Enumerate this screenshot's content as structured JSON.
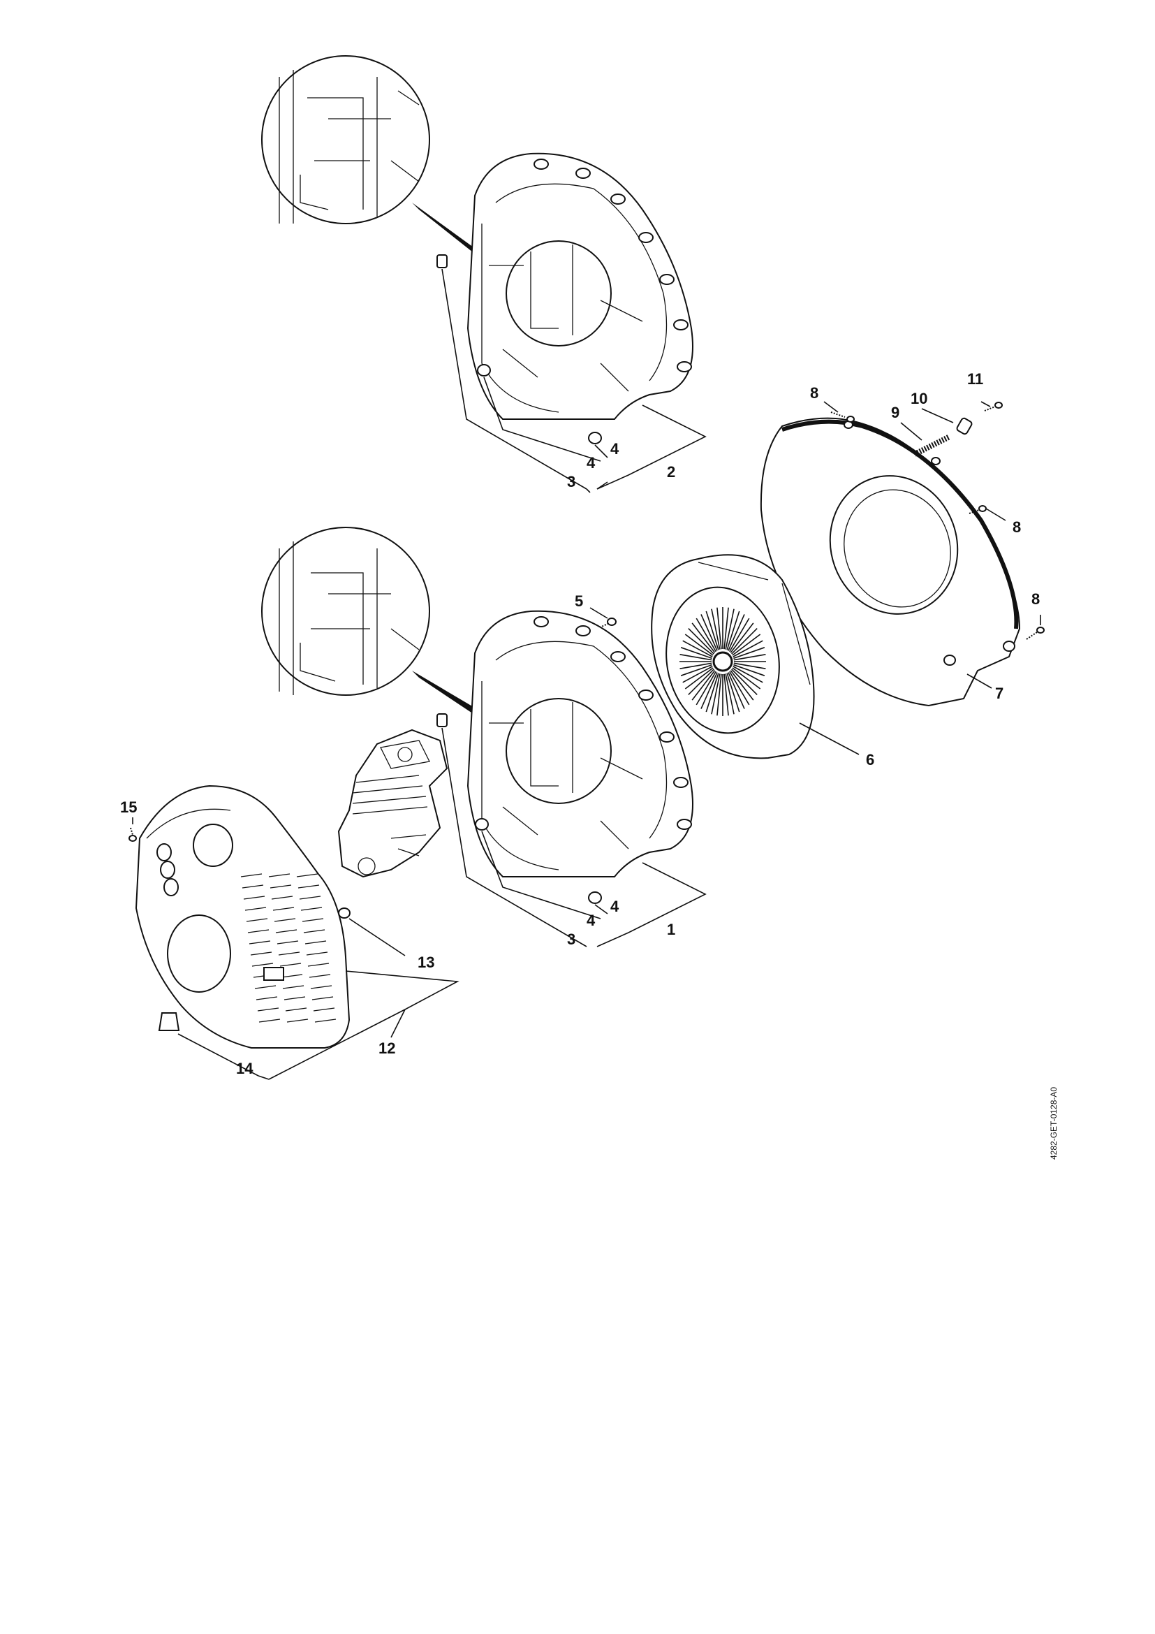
{
  "document_id": "4282-GET-0128-A0",
  "callouts": {
    "c1": "1",
    "c2": "2",
    "c3a": "3",
    "c3b": "3",
    "c4a": "4",
    "c4b": "4",
    "c4c": "4",
    "c4d": "4",
    "c5": "5",
    "c6": "6",
    "c7": "7",
    "c8a": "8",
    "c8b": "8",
    "c8c": "8",
    "c9": "9",
    "c10": "10",
    "c11": "11",
    "c12": "12",
    "c13": "13",
    "c14": "14",
    "c15": "15"
  }
}
